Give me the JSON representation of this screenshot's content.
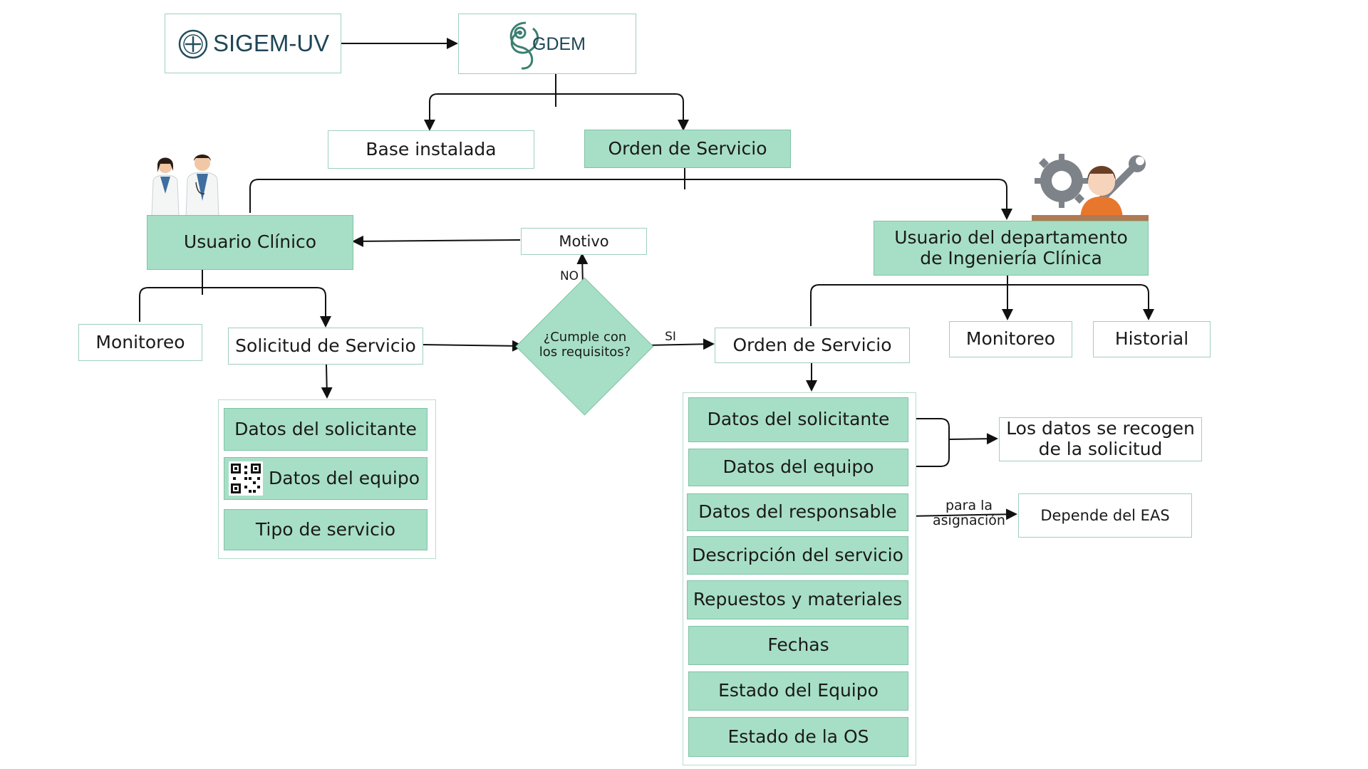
{
  "logos": {
    "sigem": {
      "text": "SIGEM-UV",
      "icon": "sigem-logo-icon"
    },
    "gdem": {
      "text": "GDEM",
      "icon": "gdem-logo-icon"
    }
  },
  "top": {
    "base_instalada": "Base instalada",
    "orden_servicio": "Orden de Servicio"
  },
  "left": {
    "usuario_clinico": "Usuario Clínico",
    "monitoreo": "Monitoreo",
    "solicitud": "Solicitud de Servicio",
    "items": [
      "Datos del solicitante",
      "Datos del equipo",
      "Tipo de servicio"
    ]
  },
  "decision": {
    "question": "¿Cumple con los requisitos?",
    "no": "NO",
    "si": "SI",
    "motivo": "Motivo"
  },
  "right": {
    "usuario_ing": "Usuario del departamento de Ingeniería Clínica",
    "orden_servicio": "Orden de Servicio",
    "monitoreo": "Monitoreo",
    "historial": "Historial",
    "items": [
      "Datos del solicitante",
      "Datos del equipo",
      "Datos del responsable",
      "Descripción del servicio",
      "Repuestos  y materiales",
      "Fechas",
      "Estado del Equipo",
      "Estado de la OS"
    ]
  },
  "notes": {
    "recogen": "Los datos se recogen de la solicitud",
    "para_asignacion": "para la asignación",
    "depende": "Depende del EAS"
  },
  "colors": {
    "green": "#a7dfc6",
    "border": "#9fcfbd",
    "line": "#111111"
  },
  "icons": [
    "doctors-icon",
    "engineer-gear-wrench-icon",
    "qr-code-icon"
  ]
}
